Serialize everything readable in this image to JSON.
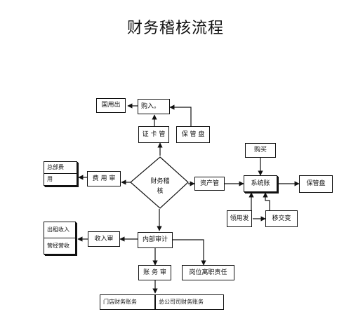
{
  "title": "财务稽核流程",
  "nodes": {
    "yongyou": "国用出",
    "gouru": "购入。",
    "zhengkaguan": "证 卡 管",
    "baoguanpan_top": "保 管 盘",
    "goumai": "购买",
    "feiyong_shen": "费 用 审",
    "zongbu_feiyong_line1": "总部费",
    "zongbu_feiyong_line2": "用",
    "caiwu_jihe_line1": "财务稽",
    "caiwu_jihe_line2": "核",
    "zichanguan": "资产管",
    "xitong": "系统账",
    "baoguanpan_right": "保管盘",
    "lingyong": "领用发",
    "yiwen": "移交变",
    "shouru_line1": "出租收入",
    "shouru_line2": "营经营收",
    "shourushen": "收入审",
    "neibu_shenji": "内部审计",
    "zhanwushen": "账 务 审",
    "gangwei": "岗位离职责任",
    "mendian": "门店财务账务",
    "gongsi": "总公司司财务账务"
  }
}
